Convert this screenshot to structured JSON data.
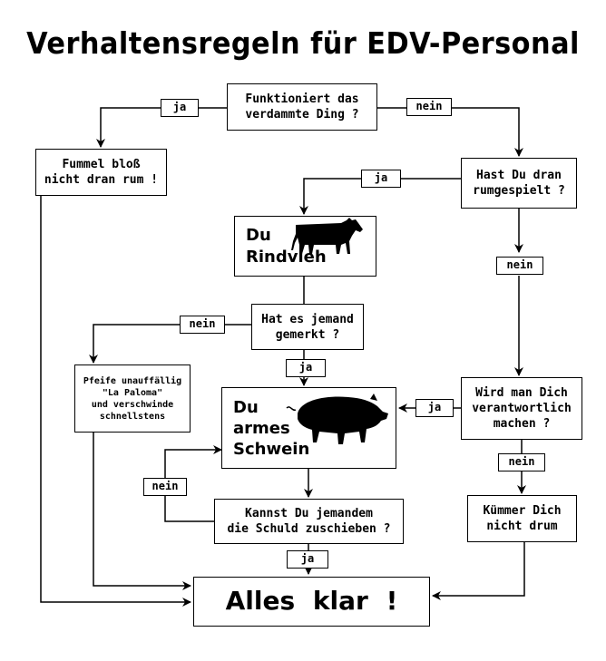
{
  "title": "Verhaltensregeln für EDV-Personal",
  "nodes": {
    "funktioniert": [
      "Funktioniert das",
      "verdammte Ding ?"
    ],
    "fummel": [
      "Fummel bloß",
      "nicht dran rum !"
    ],
    "rumgespielt": [
      "Hast Du dran",
      "rumgespielt ?"
    ],
    "rindvieh": [
      "Du",
      "Rindvieh"
    ],
    "gemerkt": [
      "Hat es jemand",
      "gemerkt ?"
    ],
    "pfeife": [
      "Pfeife unauffällig",
      "\"La Paloma\"",
      "und verschwinde",
      "schnellstens"
    ],
    "schwein": [
      "Du",
      "armes",
      "Schwein"
    ],
    "verantwortlich": [
      "Wird man Dich",
      "verantwortlich",
      "machen ?"
    ],
    "schuld": [
      "Kannst Du jemandem",
      "die Schuld zuschieben ?"
    ],
    "kuemmer": [
      "Kümmer Dich",
      "nicht drum"
    ],
    "final": "Alles klar !"
  },
  "edge_labels": {
    "yes": "ja",
    "no": "nein"
  },
  "icons": {
    "cow": "cow-silhouette-icon",
    "pig": "pig-silhouette-icon"
  }
}
